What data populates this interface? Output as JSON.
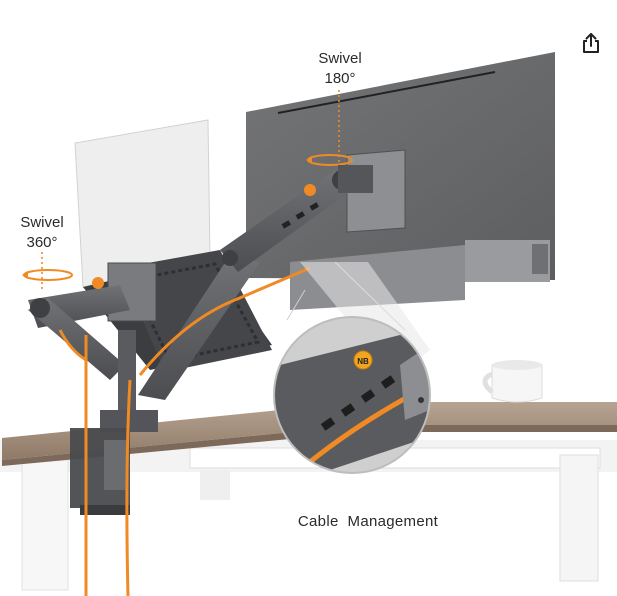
{
  "labels": {
    "swivel_180": [
      "Swivel",
      "180°"
    ],
    "swivel_360": [
      "Swivel",
      "360°"
    ],
    "cable_management": "Cable  Management",
    "badge": "NB"
  },
  "icons": {
    "share": "share-icon"
  },
  "colors": {
    "accent": "#f08a24",
    "arm": "#5e5f62",
    "monitor": "#6b6c6e",
    "desk_top": "#a48e7b",
    "desk_frame": "#f4f4f4",
    "laptop": "#ededed"
  }
}
